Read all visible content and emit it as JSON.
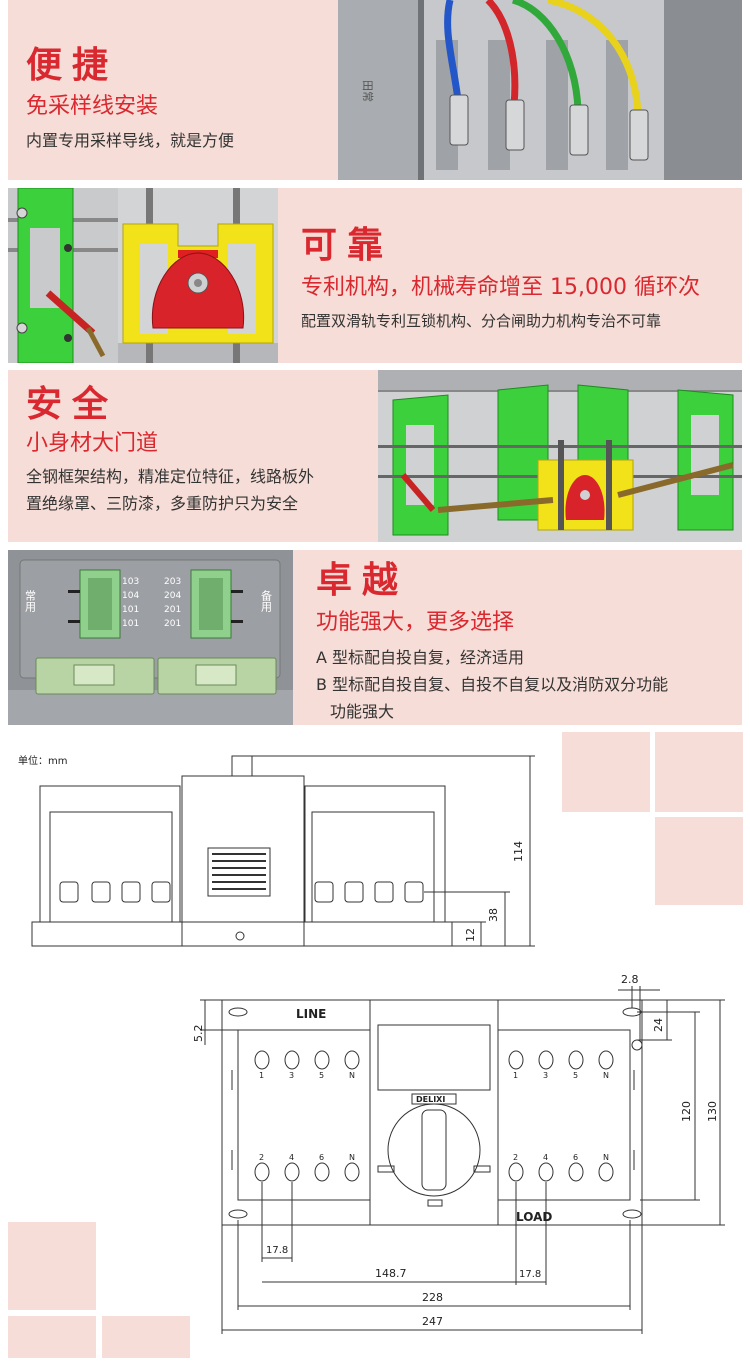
{
  "sections": [
    {
      "title": "便捷",
      "subtitle": "免采样线安装",
      "description": "内置专用采样导线，就是方便"
    },
    {
      "title": "可靠",
      "subtitle": "专利机构，机械寿命增至 15,000 循环次",
      "description": "配置双滑轨专利互锁机构、分合闸助力机构专治不可靠"
    },
    {
      "title": "安全",
      "subtitle": "小身材大门道",
      "description_lines": [
        "全钢框架结构，精准定位特征，线路板外",
        "置绝缘罩、三防漆，多重防护只为安全"
      ]
    },
    {
      "title": "卓越",
      "subtitle": "功能强大，更多选择",
      "description_lines": [
        "A 型标配自投自复，经济适用",
        "B 型标配自投自复、自投不自复以及消防双分功能",
        "功能强大"
      ]
    }
  ],
  "photo_labels": {
    "panel1_vertical": "田常",
    "panel4_left_vertical": "常用",
    "panel4_right_vertical": "备用",
    "terminals_left": [
      "103",
      "104",
      "101",
      "101"
    ],
    "terminals_right": [
      "203",
      "204",
      "201",
      "201"
    ]
  },
  "drawing": {
    "unit_label": "单位：mm",
    "front_dims": {
      "d114": "114",
      "d38": "38",
      "d12": "12"
    },
    "top_dims": {
      "d2_8": "2.8",
      "d24": "24",
      "d5_2": "5.2",
      "d120": "120",
      "d130": "130",
      "d17_8a": "17.8",
      "d148_7": "148.7",
      "d17_8b": "17.8",
      "d228": "228",
      "d247": "247"
    },
    "line_label": "LINE",
    "load_label": "LOAD",
    "brand_label": "DELIXI",
    "left_terms_top": [
      "1",
      "3",
      "5",
      "N"
    ],
    "right_terms_top": [
      "1",
      "3",
      "5",
      "N"
    ],
    "left_terms_bottom": [
      "2",
      "4",
      "6",
      "N"
    ],
    "right_terms_bottom": [
      "2",
      "4",
      "6",
      "N"
    ]
  },
  "colors": {
    "accent": "#d9282f",
    "panel": "#f6ddd7",
    "frame_green": "#3cd13c",
    "bracket_yellow": "#f2e21a"
  }
}
